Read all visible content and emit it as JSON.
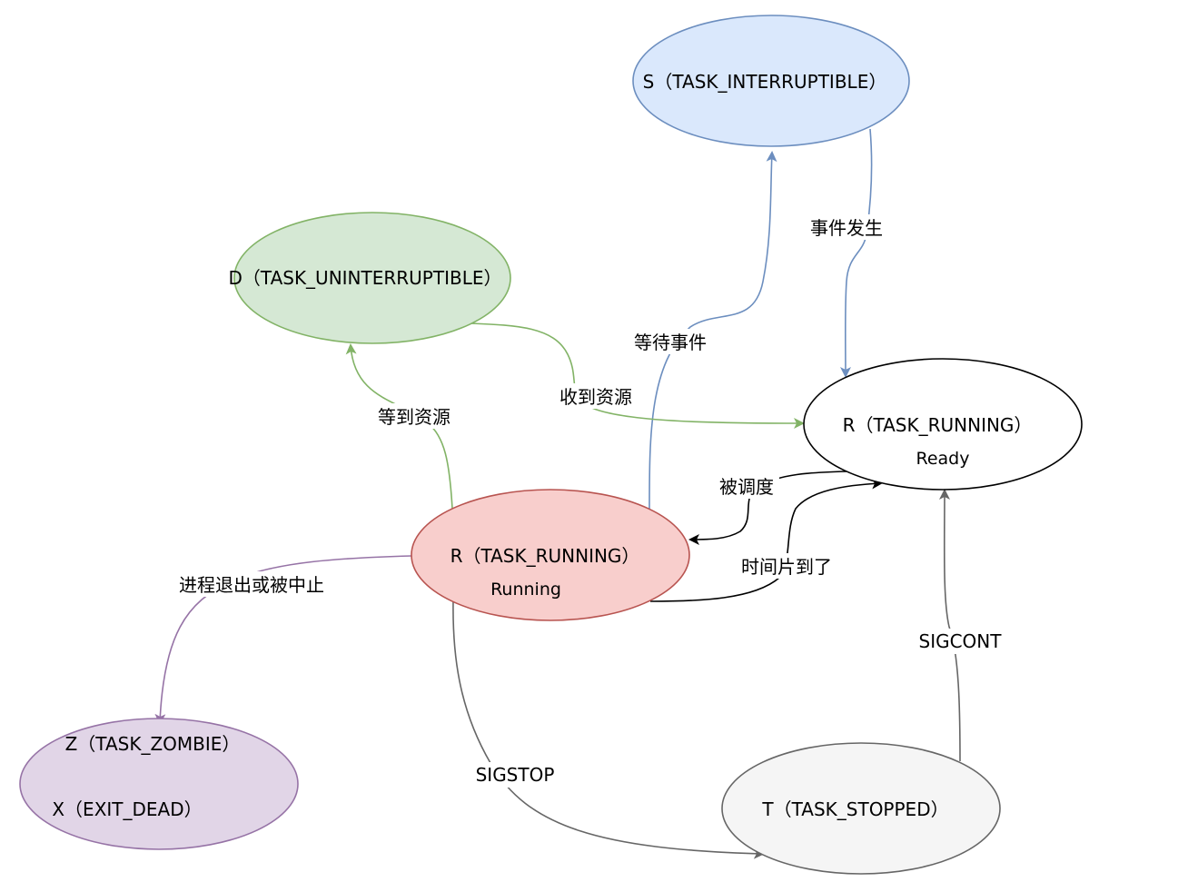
{
  "colors": {
    "blue_fill": "#dae8fc",
    "blue_stroke": "#6c8ebf",
    "green_fill": "#d5e8d4",
    "green_stroke": "#82b366",
    "red_fill": "#f8cecc",
    "red_stroke": "#b85450",
    "purple_fill": "#e1d5e7",
    "purple_stroke": "#9673a6",
    "gray_fill": "#f5f5f5",
    "gray_stroke": "#666666",
    "black": "#000000",
    "white": "#ffffff"
  },
  "states": {
    "s": {
      "label": "S（TASK_INTERRUPTIBLE）"
    },
    "d": {
      "label": "D（TASK_UNINTERRUPTIBLE）"
    },
    "r_ready": {
      "label": "R（TASK_RUNNING）",
      "sub": "Ready"
    },
    "r_running": {
      "label": "R（TASK_RUNNING）",
      "sub": "Running"
    },
    "z": {
      "label": "Z（TASK_ZOMBIE）",
      "sub": "X（EXIT_DEAD）"
    },
    "t": {
      "label": "T（TASK_STOPPED）"
    }
  },
  "transitions": {
    "wait_event": "等待事件",
    "event_occurs": "事件发生",
    "get_resource": "等到资源",
    "receive_resource": "收到资源",
    "scheduled": "被调度",
    "timeslice_up": "时间片到了",
    "exit_or_terminated": "进程退出或被中止",
    "sigstop": "SIGSTOP",
    "sigcont": "SIGCONT"
  }
}
